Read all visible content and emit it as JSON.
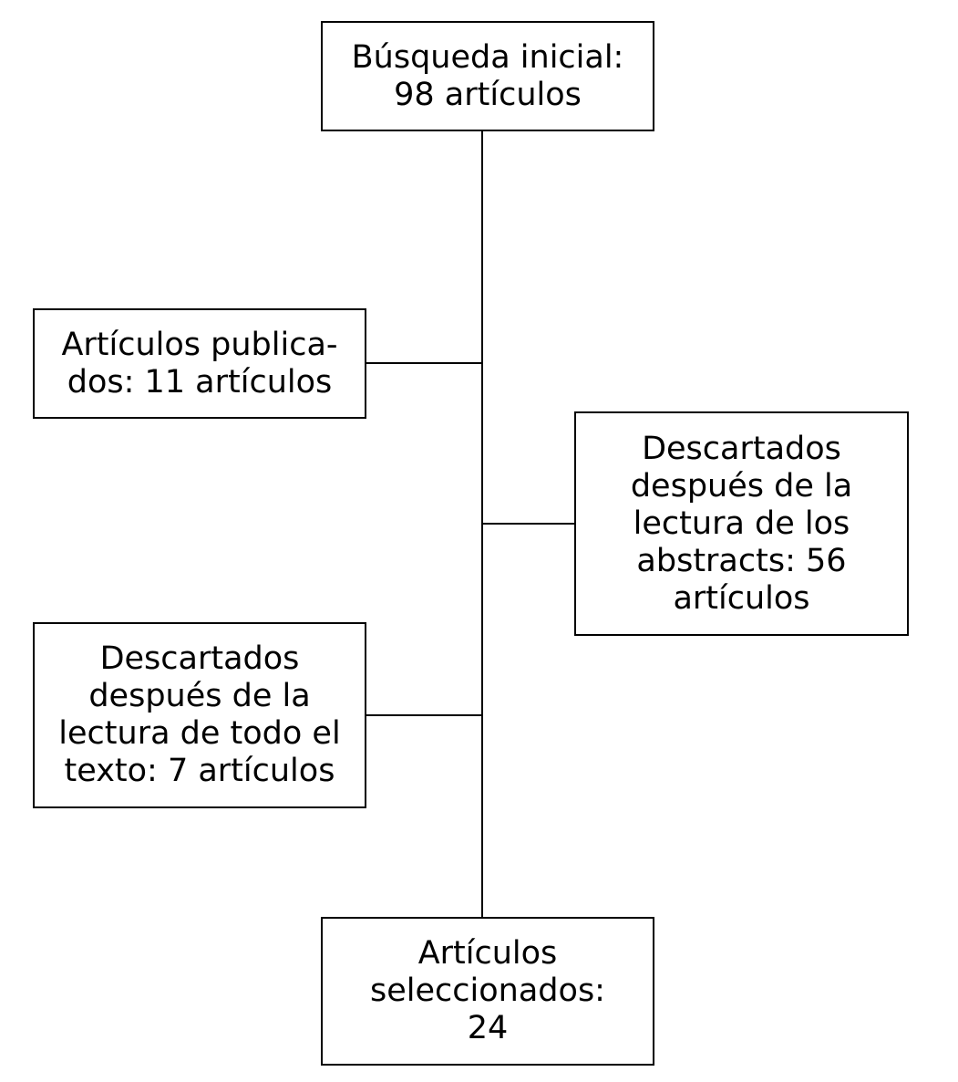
{
  "flowchart": {
    "initial_search": {
      "lines": [
        "Búsqueda inicial:",
        "98 artículos"
      ]
    },
    "published": {
      "lines": [
        "Artículos publica-",
        "dos: 11 artículos"
      ]
    },
    "discarded_abstracts": {
      "lines": [
        "Descartados",
        "después de la",
        "lectura de los",
        "abstracts: 56",
        "artículos"
      ]
    },
    "discarded_fulltext": {
      "lines": [
        "Descartados",
        "después de la",
        "lectura de todo el",
        "texto: 7 artículos"
      ]
    },
    "selected": {
      "lines": [
        "Artículos",
        "seleccionados:",
        "24"
      ]
    }
  }
}
